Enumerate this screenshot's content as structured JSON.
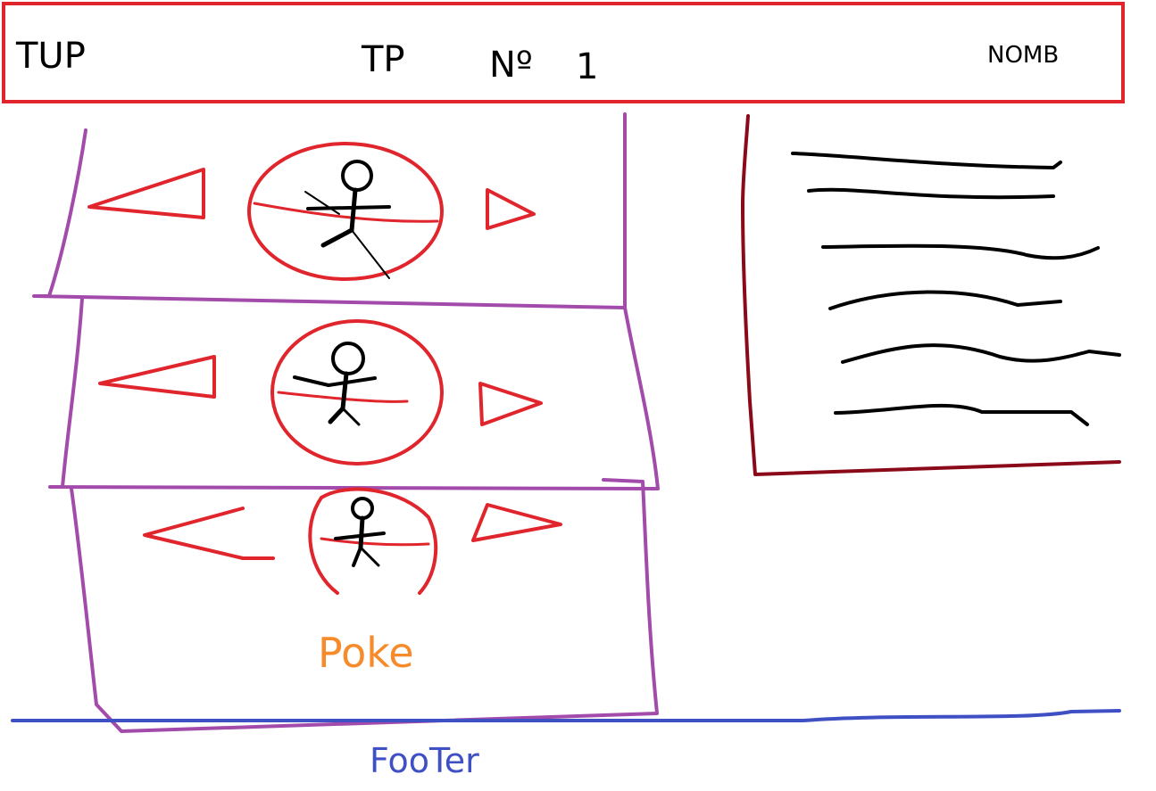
{
  "header": {
    "left_text": "TUP",
    "title_prefix": "TP",
    "title_number_sign": "Nº",
    "title_number": "1",
    "right_text": "NOMB"
  },
  "carousel": {
    "slides": [
      {
        "prev_icon": "triangle-left-icon",
        "next_icon": "triangle-right-icon",
        "figure_icon": "stick-figure-icon"
      },
      {
        "prev_icon": "triangle-left-icon",
        "next_icon": "triangle-right-icon",
        "figure_icon": "stick-figure-icon"
      },
      {
        "prev_icon": "triangle-left-icon",
        "next_icon": "triangle-right-icon",
        "figure_icon": "stick-figure-icon"
      }
    ],
    "caption": "Poke"
  },
  "sidebar": {
    "line_count": 6
  },
  "footer": {
    "label": "FooTer"
  },
  "colors": {
    "header_border": "#e0252c",
    "panel_border": "#a24bab",
    "sidebar_border": "#8b0a1a",
    "arrow_color": "#e0252c",
    "ink": "#000000",
    "caption_color": "#f58b2a",
    "footer_color": "#3f4fc4"
  }
}
